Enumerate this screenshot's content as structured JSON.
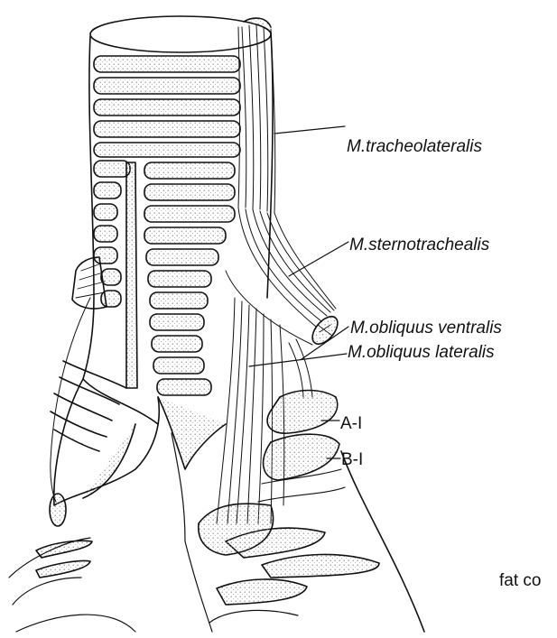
{
  "labels": {
    "tracheolateralis": "M.tracheolateralis",
    "sternotrachealis": "M.sternotrachealis",
    "obliquus_ventralis": "M.obliquus ventralis",
    "obliquus_lateralis": "M.obliquus lateralis",
    "a1": "A-I",
    "b1": "B-I",
    "fat": "fat co"
  },
  "colors": {
    "ink": "#111111",
    "paper": "#ffffff",
    "stipple": "#9a9a9a"
  }
}
